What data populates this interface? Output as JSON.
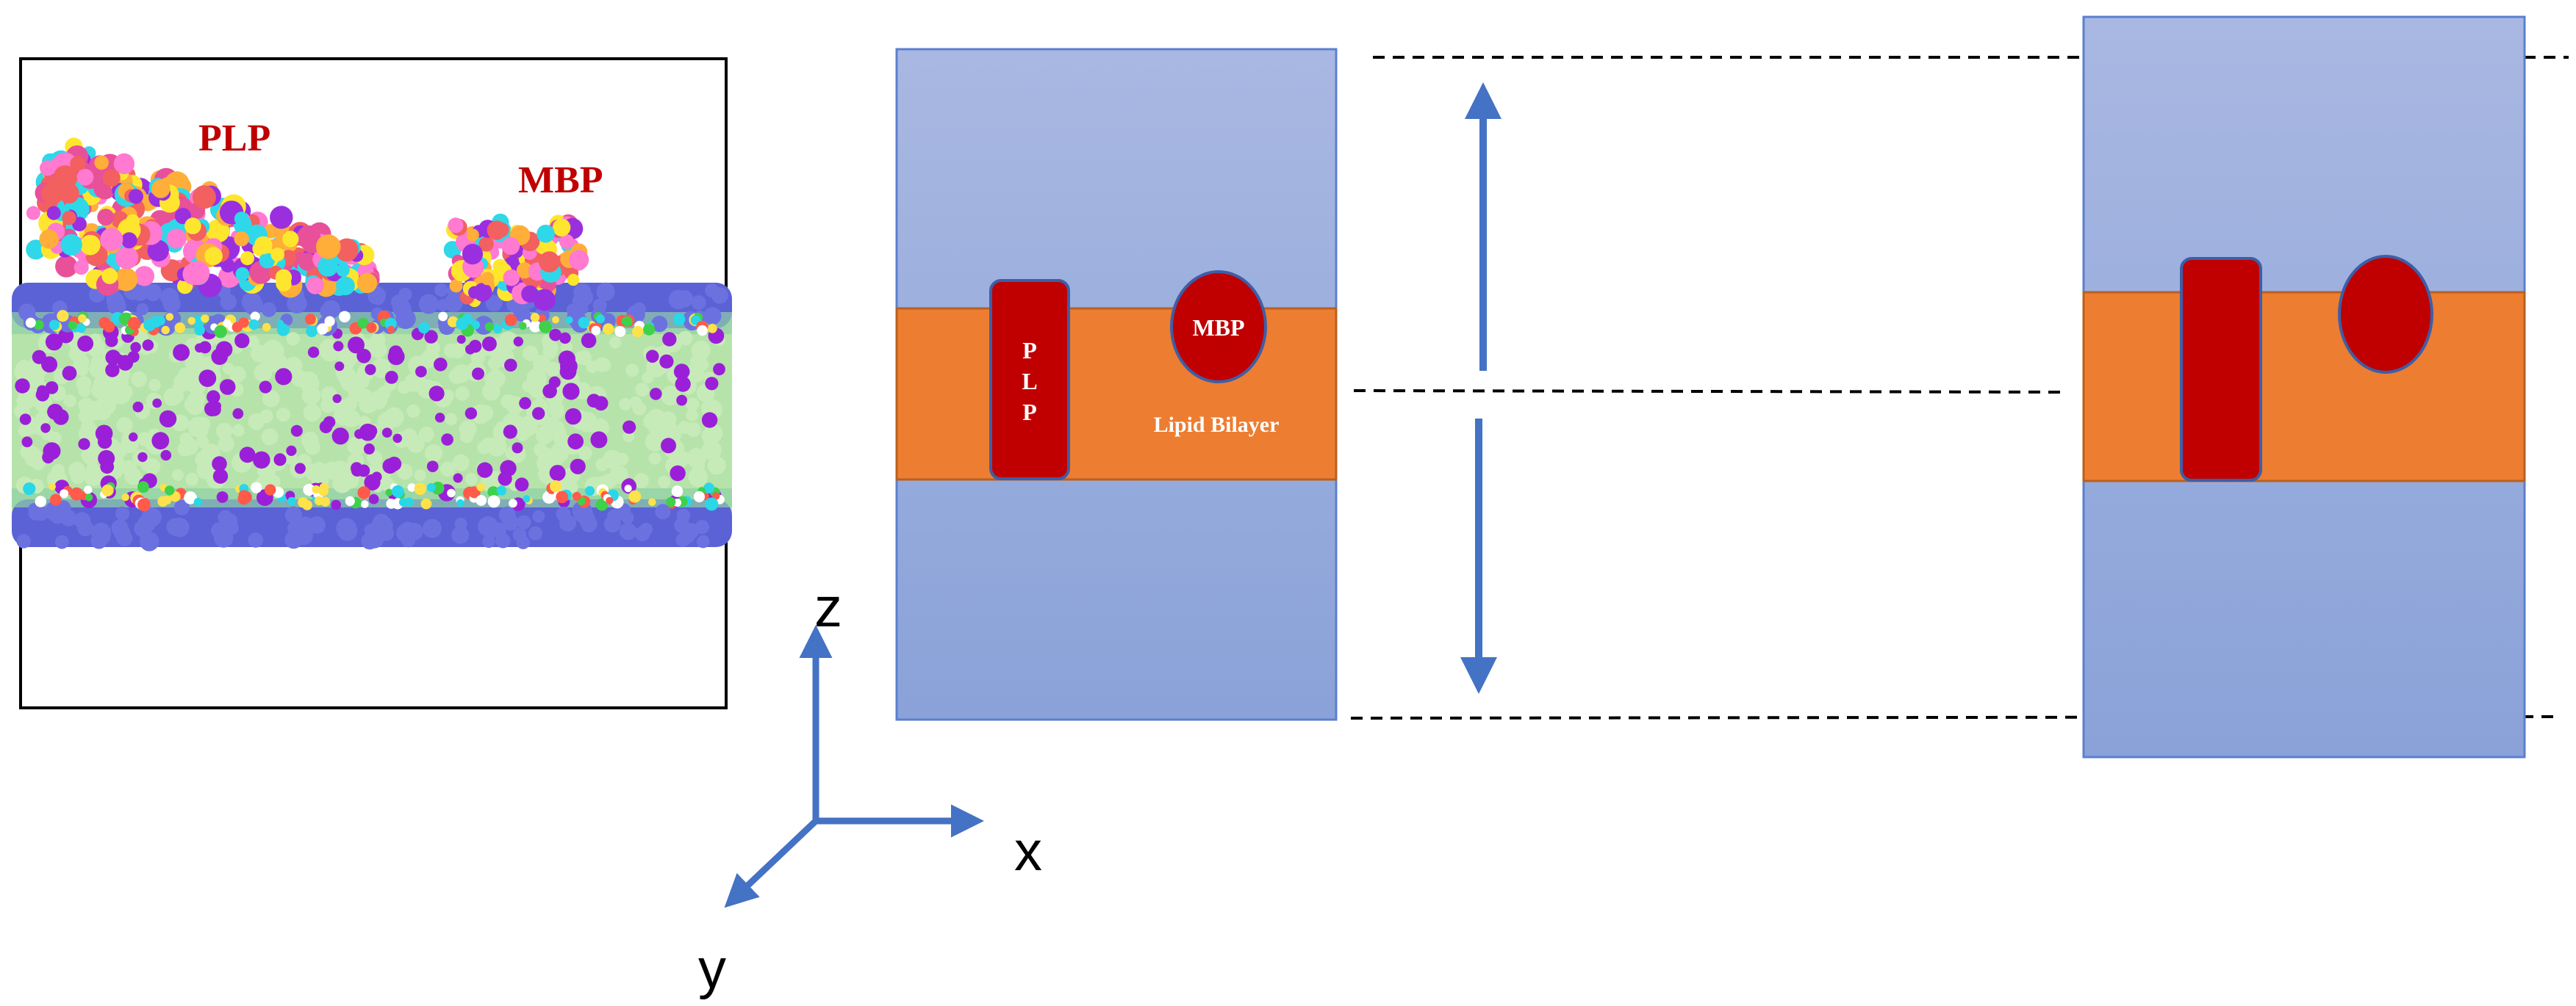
{
  "labels": {
    "plp_protein": "PLP",
    "mbp_protein": "MBP",
    "plp_stack": [
      "P",
      "L",
      "P"
    ],
    "mbp_circle": "MBP",
    "lipid_bilayer": "Lipid Bilayer",
    "axis_z": "z",
    "axis_x": "x",
    "axis_y": "y"
  },
  "colors": {
    "water_box_top": "#a9b8e2",
    "water_box_bottom": "#8aa2d8",
    "box_border": "#5b7fcf",
    "bilayer": "#ed7d31",
    "bilayer_border": "#b9601f",
    "protein": "#c00000",
    "protein_border": "#3d5ea8",
    "arrow": "#4472c4",
    "protein_label": "#c00000",
    "membrane_headgroups": "#5a62d6",
    "membrane_core": "#b6e3a9"
  }
}
